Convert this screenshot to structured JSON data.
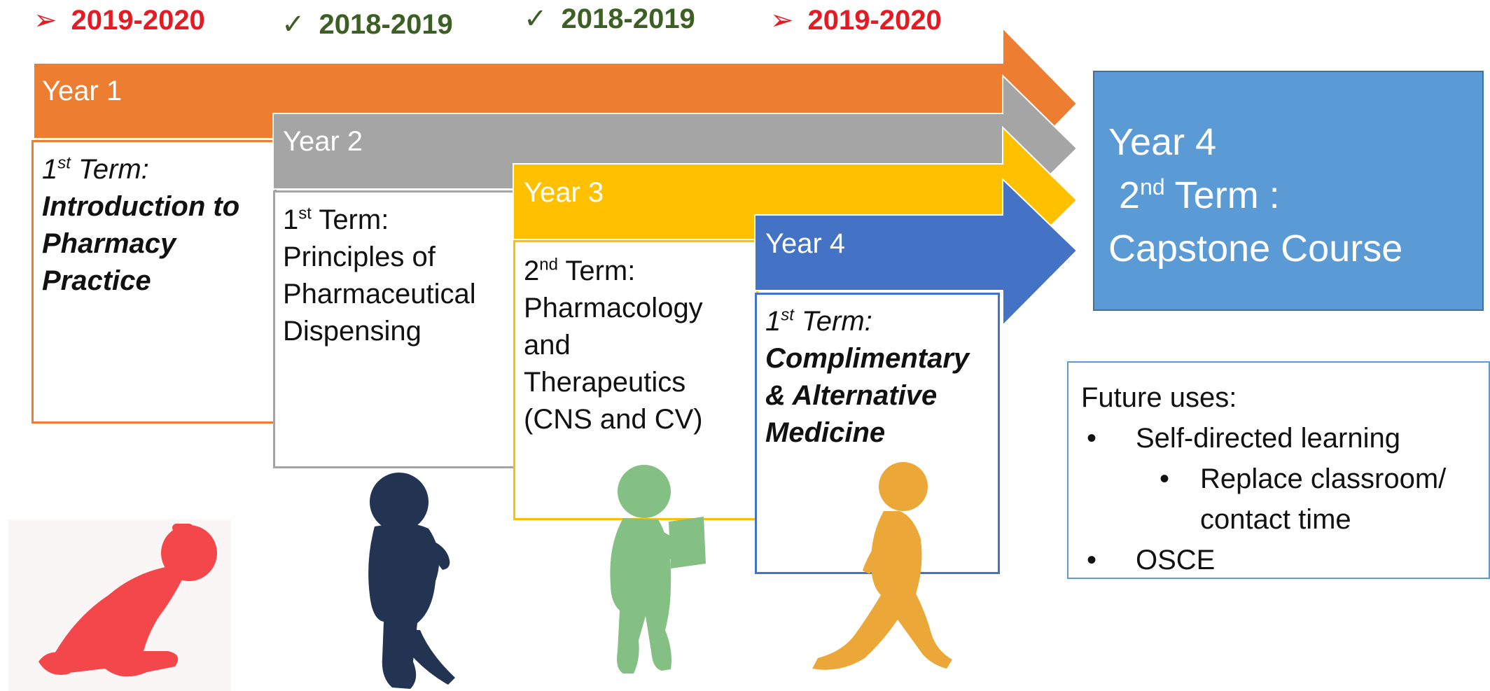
{
  "year_markers": [
    {
      "mark": "➢",
      "text": "2019-2020",
      "status": "planned",
      "color": "#e31b23"
    },
    {
      "mark": "✓",
      "text": "2018-2019",
      "status": "done",
      "color": "#3c5f24"
    },
    {
      "mark": "✓",
      "text": "2018-2019",
      "status": "done",
      "color": "#3c5f24"
    },
    {
      "mark": "➢",
      "text": "2019-2020",
      "status": "planned",
      "color": "#e31b23"
    }
  ],
  "bands": [
    {
      "label": "Year 1",
      "color": "#ed7d31"
    },
    {
      "label": "Year 2",
      "color": "#a5a5a5"
    },
    {
      "label": "Year 3",
      "color": "#ffc000"
    },
    {
      "label": "Year 4",
      "color": "#4472c4"
    }
  ],
  "terms": [
    {
      "num": "1",
      "sup": "st",
      "rest": " Term:",
      "course_lines": [
        "Introduction to",
        "Pharmacy",
        "Practice"
      ]
    },
    {
      "num": "1",
      "sup": "st",
      "rest": " Term:",
      "course_lines": [
        "Principles of",
        "Pharmaceutical",
        "Dispensing"
      ]
    },
    {
      "num": "2",
      "sup": "nd",
      "rest": " Term:",
      "course_lines": [
        "Pharmacology",
        "and",
        "Therapeutics",
        "(CNS and CV)"
      ]
    },
    {
      "num": "1",
      "sup": "st",
      "rest": " Term:",
      "course_lines": [
        "Complimentary",
        "& Alternative",
        "Medicine"
      ]
    }
  ],
  "capstone": {
    "line1": "Year 4",
    "num": "2",
    "sup": "nd",
    "rest": " Term :",
    "line3": "Capstone Course",
    "color": "#5b9bd5"
  },
  "future": {
    "title": "Future uses:",
    "items": [
      "Self-directed learning",
      "OSCE"
    ],
    "sub_items": [
      "Replace classroom/",
      "contact time"
    ]
  },
  "figures": [
    {
      "name": "crawling-baby",
      "color": "#f4474b"
    },
    {
      "name": "toddler-walking",
      "color": "#233452"
    },
    {
      "name": "child-with-book",
      "color": "#84bf84"
    },
    {
      "name": "child-walking",
      "color": "#eba738"
    }
  ]
}
